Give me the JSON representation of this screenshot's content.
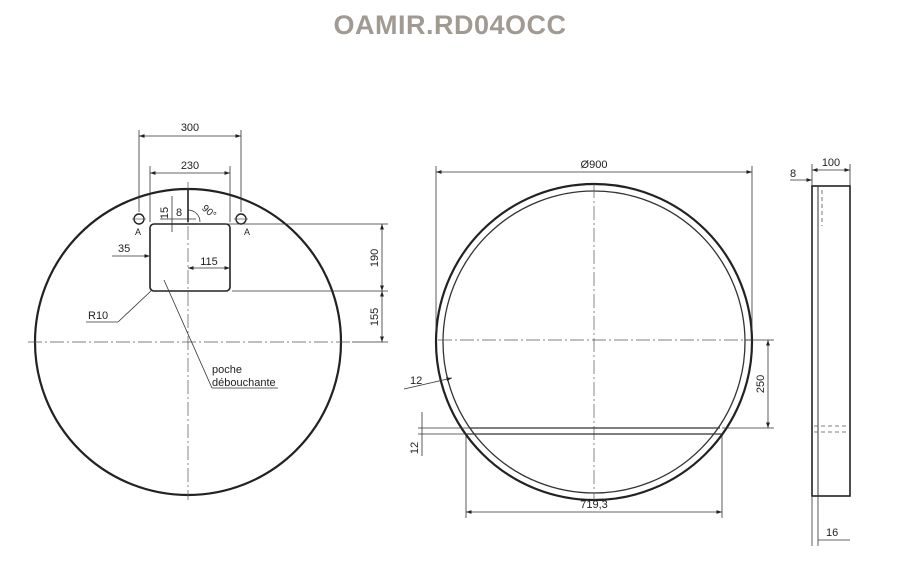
{
  "title": "OAMIR.RD04OCC",
  "colors": {
    "title": "#a09a92",
    "line": "#222222"
  },
  "front_view": {
    "dim_300": "300",
    "dim_230": "230",
    "dim_15": "15",
    "dim_8": "8",
    "angle_90": "90°",
    "label_a_left": "A",
    "label_a_right": "A",
    "dim_35": "35",
    "dim_115": "115",
    "dim_190": "190",
    "dim_155": "155",
    "label_r10": "R10",
    "note_line1": "poche",
    "note_line2": "débouchante"
  },
  "mid_view": {
    "dim_diameter": "Ø900",
    "dim_12_rim": "12",
    "dim_250": "250",
    "dim_12_bottom": "12",
    "dim_719": "719,3"
  },
  "side_view": {
    "dim_100": "100",
    "dim_8": "8",
    "dim_16": "16"
  }
}
